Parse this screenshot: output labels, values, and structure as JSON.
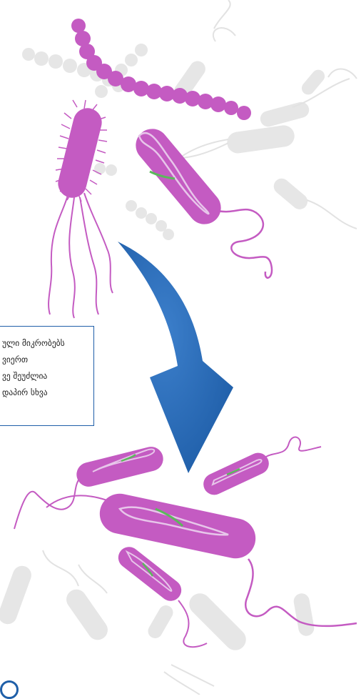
{
  "caption": {
    "lines": [
      "ული მიკრობებს",
      "ვიერთ",
      "ვე შეუძლია",
      "დაპირ სხვა"
    ]
  },
  "colors": {
    "bacteria": "#c45bc2",
    "bacteria_dark": "#b04ab0",
    "inner_strand": "#e7c6ea",
    "plasmid_gene": "#5cb85c",
    "background_bacteria": "#e6e6e6",
    "arrow": "#2a6bb7",
    "caption_border": "#1f5fa8"
  }
}
